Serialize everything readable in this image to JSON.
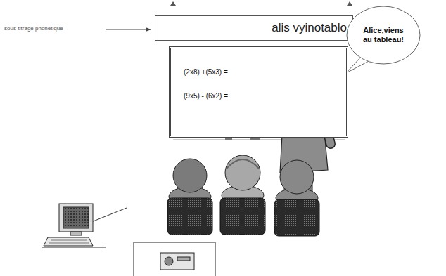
{
  "diagram": {
    "nodes": [
      {
        "text": [
          "alis vyinotablo"
        ]
      },
      {
        "text": [
          "(2x8) +(5x3) =",
          "(9x5) - (6x2) ="
        ]
      },
      {
        "text": [
          "Alice,viens au tableau!"
        ]
      }
    ],
    "labels": [
      "sous-titrage phonétique"
    ]
  }
}
